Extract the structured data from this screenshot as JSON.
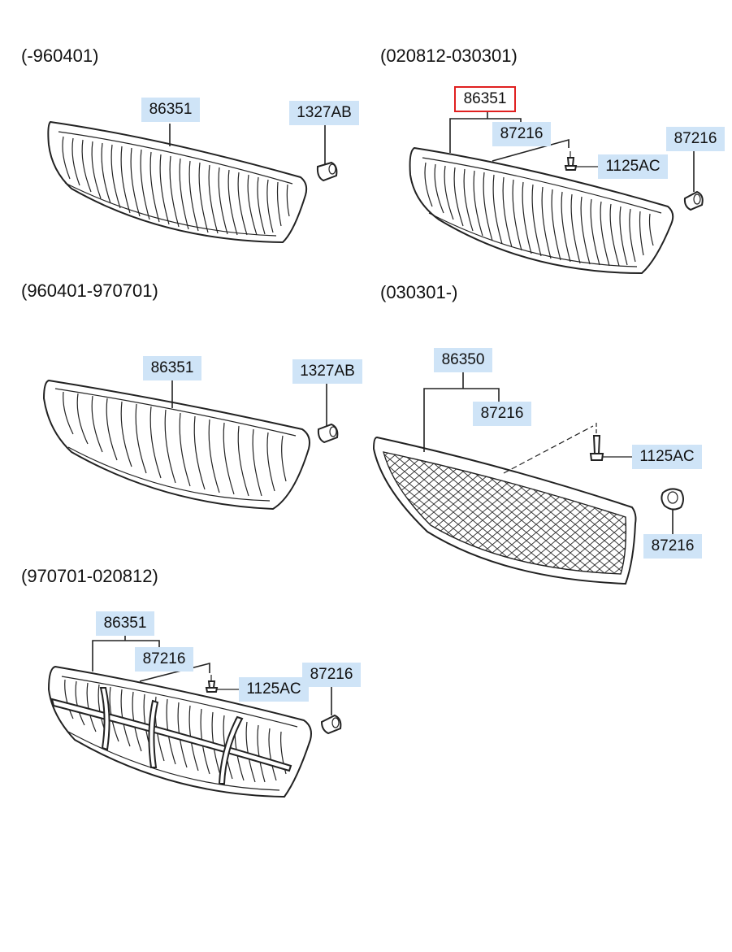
{
  "sections": [
    {
      "range": "(-960401)",
      "labels": [
        "86351",
        "1327AB"
      ]
    },
    {
      "range": "(020812-030301)",
      "labels": [
        "86351",
        "87216",
        "1125AC",
        "87216"
      ]
    },
    {
      "range": "(960401-970701)",
      "labels": [
        "86351",
        "1327AB"
      ]
    },
    {
      "range": "(030301-)",
      "labels": [
        "86350",
        "87216",
        "1125AC",
        "87216"
      ]
    },
    {
      "range": "(970701-020812)",
      "labels": [
        "86351",
        "87216",
        "1125AC",
        "87216"
      ]
    }
  ],
  "selected_part": "86351",
  "colors": {
    "label_bg": "#cfe4f7",
    "selected_border": "#e02020",
    "line": "#222222"
  }
}
